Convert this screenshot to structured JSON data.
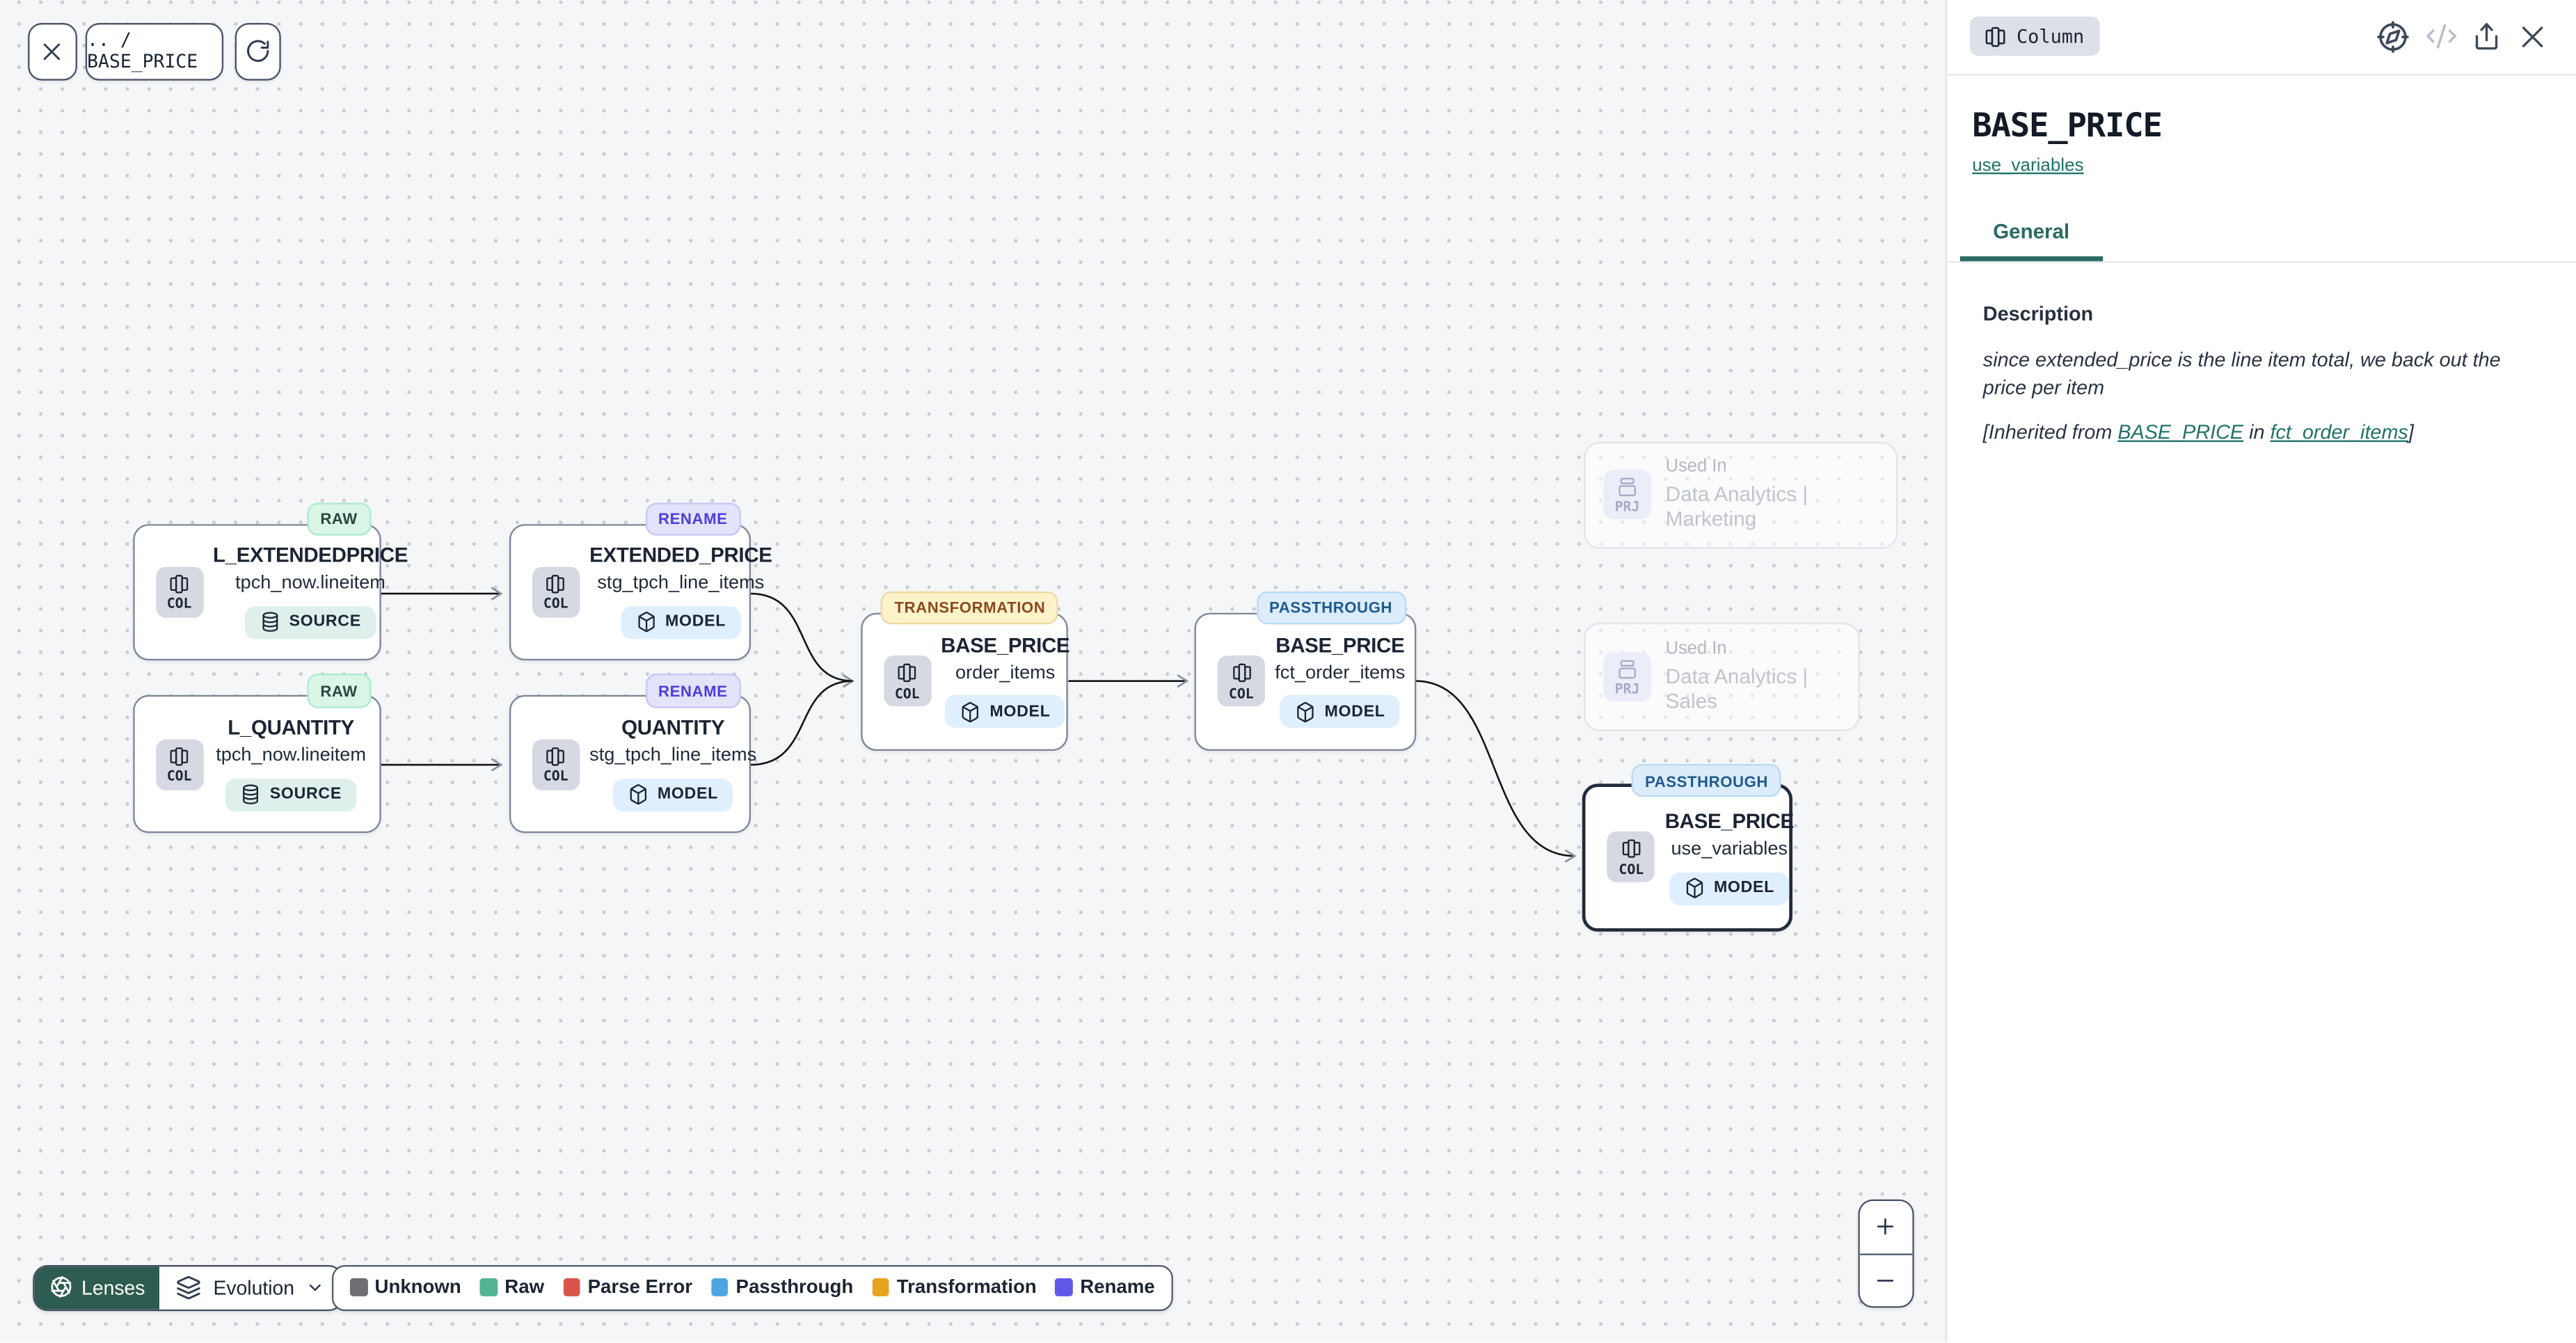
{
  "toolbar": {
    "breadcrumb": ".. / BASE_PRICE"
  },
  "canvas": {
    "nodes": [
      {
        "badge": "RAW",
        "title": "L_EXTENDEDPRICE",
        "subtitle": "tpch_now.lineitem",
        "kind": "COL",
        "type": "SOURCE",
        "selected": false
      },
      {
        "badge": "RAW",
        "title": "L_QUANTITY",
        "subtitle": "tpch_now.lineitem",
        "kind": "COL",
        "type": "SOURCE",
        "selected": false
      },
      {
        "badge": "RENAME",
        "title": "EXTENDED_PRICE",
        "subtitle": "stg_tpch_line_items",
        "kind": "COL",
        "type": "MODEL",
        "selected": false
      },
      {
        "badge": "RENAME",
        "title": "QUANTITY",
        "subtitle": "stg_tpch_line_items",
        "kind": "COL",
        "type": "MODEL",
        "selected": false
      },
      {
        "badge": "TRANSFORMATION",
        "title": "BASE_PRICE",
        "subtitle": "order_items",
        "kind": "COL",
        "type": "MODEL",
        "selected": false
      },
      {
        "badge": "PASSTHROUGH",
        "title": "BASE_PRICE",
        "subtitle": "fct_order_items",
        "kind": "COL",
        "type": "MODEL",
        "selected": false
      },
      {
        "badge": "PASSTHROUGH",
        "title": "BASE_PRICE",
        "subtitle": "use_variables",
        "kind": "COL",
        "type": "MODEL",
        "selected": true
      }
    ],
    "ghost_nodes": [
      {
        "kind": "PRJ",
        "label": "Used In",
        "name": "Data Analytics | Marketing"
      },
      {
        "kind": "PRJ",
        "label": "Used In",
        "name": "Data Analytics | Sales"
      }
    ]
  },
  "lenses": {
    "button_label": "Lenses",
    "selected_lens": "Evolution"
  },
  "legend": [
    {
      "label": "Unknown",
      "color": "#6e6f73"
    },
    {
      "label": "Raw",
      "color": "#52b495"
    },
    {
      "label": "Parse Error",
      "color": "#d9534a"
    },
    {
      "label": "Passthrough",
      "color": "#4ba6e2"
    },
    {
      "label": "Transformation",
      "color": "#e9a41f"
    },
    {
      "label": "Rename",
      "color": "#6258e8"
    }
  ],
  "zoom_controls": {
    "zoom_in": "+",
    "zoom_out": "−"
  },
  "panel": {
    "type_badge": "Column",
    "title": "BASE_PRICE",
    "model_link": "use_variables",
    "tabs": [
      {
        "label": "General"
      }
    ],
    "description": {
      "heading": "Description",
      "text": "since extended_price is the line item total, we back out the price per item",
      "inherited_prefix": "[Inherited from ",
      "inherited_link_column": "BASE_PRICE",
      "inherited_mid": " in ",
      "inherited_link_model": "fct_order_items",
      "inherited_suffix": "]"
    }
  },
  "colors": {
    "accent_teal": "#2b6a63",
    "link_teal": "#1f7268",
    "lenses_green": "#2e5c50",
    "text_dark": "#1c2433",
    "edge": "#141414",
    "canvas_bg": "#f5f6f8",
    "badges": {
      "RAW": {
        "bg": "#d9f6e7",
        "border": "#aeeacf",
        "text": "#27493e"
      },
      "RENAME": {
        "bg": "#e3e3fc",
        "border": "#c7c7f7",
        "text": "#4c40d9"
      },
      "TRANSFORMATION": {
        "bg": "#fdf3cb",
        "border": "#eed9a0",
        "text": "#8a4a1f"
      },
      "PASSTHROUGH": {
        "bg": "#dcecfb",
        "border": "#badaf4",
        "text": "#1f5a8c"
      }
    },
    "type_badges": {
      "SOURCE": "#dff0ec",
      "MODEL": "#e0effd"
    }
  }
}
